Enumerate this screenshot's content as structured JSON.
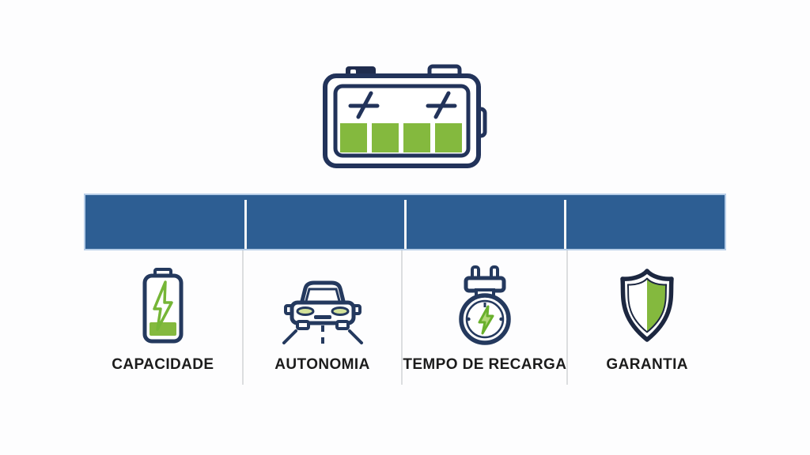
{
  "page": {
    "background": "#fdfdfe",
    "type": "battery-features-infographic"
  },
  "hero": {
    "icon": "car-battery-icon"
  },
  "divider_bar": {
    "color": "#2d5e93",
    "border_color": "#b7cee8",
    "divider_color": "#f4f6f8"
  },
  "columns": [
    {
      "label": "CAPACIDADE",
      "icon": "battery-charge-icon"
    },
    {
      "label": "AUTONOMIA",
      "icon": "car-road-icon"
    },
    {
      "label": "TEMPO DE RECARGA",
      "icon": "plug-clock-icon"
    },
    {
      "label": "GARANTIA",
      "icon": "shield-icon"
    }
  ],
  "colors": {
    "navy": "#24395e",
    "dark_navy": "#1f2c4e",
    "green": "#84b93e",
    "green_stroke": "#76b637",
    "label_text": "#1c1c1c",
    "column_divider": "#dcdee0"
  }
}
